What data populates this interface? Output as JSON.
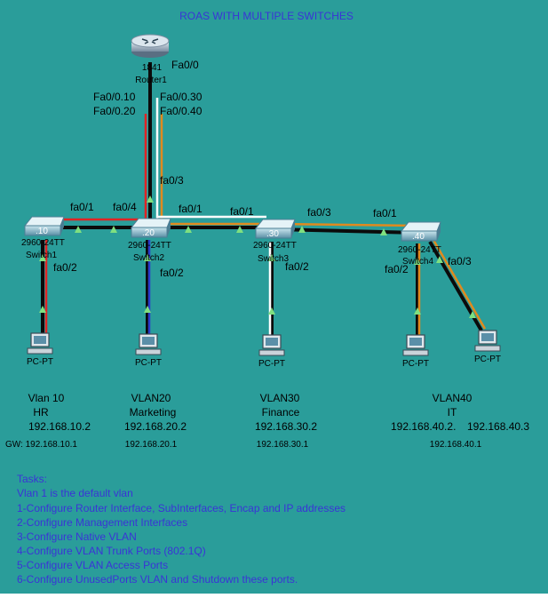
{
  "colors": {
    "background": "#2a9d9a",
    "title": "#3a34d6",
    "task": "#3a34d6",
    "trunk_black": "#0b0b0b",
    "red": "#e02424",
    "blue": "#2a39c8",
    "white": "#ffffff",
    "orange": "#e08a1e",
    "link_light": "#7fe080"
  },
  "title": "ROAS WITH MULTIPLE SWITCHES",
  "router": {
    "icon": "router-icon",
    "model": "1841",
    "name": "Router1",
    "port": "Fa0/0",
    "subinterfaces": [
      {
        "label": "Fa0/0.10",
        "color": "#e02424"
      },
      {
        "label": "Fa0/0.20",
        "color": "#2a39c8"
      },
      {
        "label": "Fa0/0.30",
        "color": "#ffffff"
      },
      {
        "label": "Fa0/0.40",
        "color": "#e08a1e"
      }
    ]
  },
  "switches": [
    {
      "badge": ".10",
      "model": "2960-24TT",
      "name": "Switch1"
    },
    {
      "badge": ".20",
      "model": "2960-24TT",
      "name": "Switch2"
    },
    {
      "badge": ".30",
      "model": "2960-24TT",
      "name": "Switch3"
    },
    {
      "badge": ".40",
      "model": "2960-24TT",
      "name": "Switch4"
    }
  ],
  "ports": {
    "sw2_uplink": "fa0/3",
    "sw1_right": "fa0/1",
    "sw2_left": "fa0/4",
    "sw2_right": "fa0/1",
    "sw3_left": "fa0/1",
    "sw3_right": "fa0/3",
    "sw4_left": "fa0/1",
    "sw1_down": "fa0/2",
    "sw2_down": "fa0/2",
    "sw3_down": "fa0/2",
    "sw4_down1": "fa0/2",
    "sw4_down2": "fa0/3"
  },
  "pcs": [
    {
      "label": "PC-PT",
      "icon": "pc-icon"
    },
    {
      "label": "PC-PT",
      "icon": "pc-icon"
    },
    {
      "label": "PC-PT",
      "icon": "pc-icon"
    },
    {
      "label": "PC-PT",
      "icon": "pc-icon"
    },
    {
      "label": "PC-PT",
      "icon": "pc-icon"
    }
  ],
  "vlans": [
    {
      "vlan": "Vlan 10",
      "dept": "HR",
      "ip": "192.168.10.2",
      "gw": "GW: 192.168.10.1"
    },
    {
      "vlan": "VLAN20",
      "dept": "Marketing",
      "ip": "192.168.20.2",
      "gw": "192.168.20.1"
    },
    {
      "vlan": "VLAN30",
      "dept": "Finance",
      "ip": "192.168.30.2",
      "gw": "192.168.30.1"
    },
    {
      "vlan": "VLAN40",
      "dept": "IT",
      "ip": "192.168.40.2.",
      "ip2": "192.168.40.3",
      "gw": "192.168.40.1"
    }
  ],
  "tasks": {
    "heading": "Tasks:",
    "items": [
      "Vlan 1 is the default vlan",
      "1-Configure Router Interface, SubInterfaces, Encap and IP addresses",
      "2-Configure Management Interfaces",
      "3-Configure Native VLAN",
      "4-Configure VLAN Trunk Ports (802.1Q)",
      "5-Configure VLAN Access Ports",
      "6-Configure UnusedPorts VLAN  and Shutdown these ports."
    ]
  }
}
